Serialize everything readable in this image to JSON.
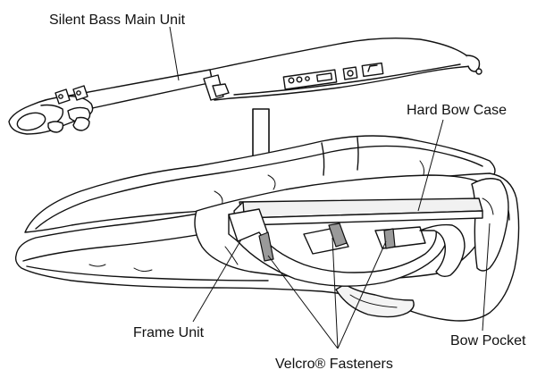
{
  "labels": {
    "main_unit": "Silent Bass Main Unit",
    "bow_case": "Hard Bow Case",
    "frame_unit": "Frame Unit",
    "bow_pocket": "Bow Pocket",
    "velcro": "Velcro® Fasteners"
  },
  "colors": {
    "line": "#111111",
    "background": "#ffffff",
    "velcro_fill": "#9a9a9a",
    "bow_case_fill": "#f1f1f1"
  }
}
